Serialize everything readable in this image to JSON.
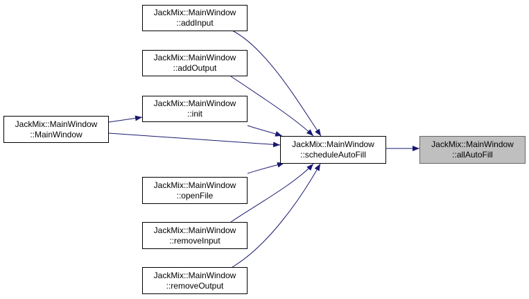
{
  "graph": {
    "colors": {
      "edge": "#191970",
      "node_border": "#000000",
      "node_fill": "#ffffff",
      "current_fill": "#bfbfbf",
      "current_border": "#666666"
    },
    "nodes": {
      "addInput": {
        "line1": "JackMix::MainWindow",
        "line2": "::addInput"
      },
      "addOutput": {
        "line1": "JackMix::MainWindow",
        "line2": "::addOutput"
      },
      "init": {
        "line1": "JackMix::MainWindow",
        "line2": "::init"
      },
      "mainWindow": {
        "line1": "JackMix::MainWindow",
        "line2": "::MainWindow"
      },
      "scheduleAutoFill": {
        "line1": "JackMix::MainWindow",
        "line2": "::scheduleAutoFill"
      },
      "allAutoFill": {
        "line1": "JackMix::MainWindow",
        "line2": "::allAutoFill"
      },
      "openFile": {
        "line1": "JackMix::MainWindow",
        "line2": "::openFile"
      },
      "removeInput": {
        "line1": "JackMix::MainWindow",
        "line2": "::removeInput"
      },
      "removeOutput": {
        "line1": "JackMix::MainWindow",
        "line2": "::removeOutput"
      }
    },
    "edges": [
      {
        "from": "addInput",
        "to": "scheduleAutoFill"
      },
      {
        "from": "addOutput",
        "to": "scheduleAutoFill"
      },
      {
        "from": "init",
        "to": "scheduleAutoFill"
      },
      {
        "from": "mainWindow",
        "to": "init"
      },
      {
        "from": "mainWindow",
        "to": "scheduleAutoFill"
      },
      {
        "from": "openFile",
        "to": "scheduleAutoFill"
      },
      {
        "from": "removeInput",
        "to": "scheduleAutoFill"
      },
      {
        "from": "removeOutput",
        "to": "scheduleAutoFill"
      },
      {
        "from": "scheduleAutoFill",
        "to": "allAutoFill"
      }
    ]
  }
}
